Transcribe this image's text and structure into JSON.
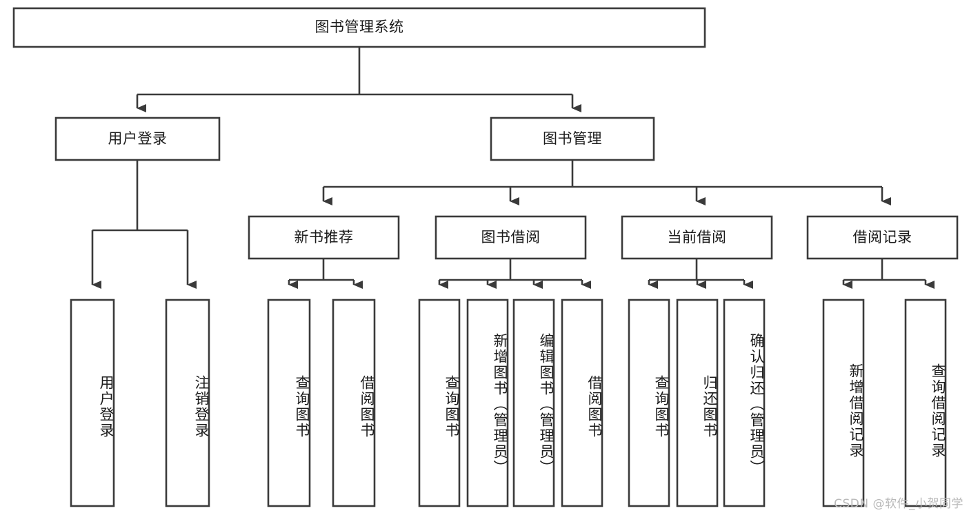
{
  "diagram": {
    "title": "图书管理系统",
    "watermark": "CSDN @软件_小贺同学",
    "colors": {
      "stroke": "#3a3a3a",
      "box_fill": "#ffffff",
      "text": "#1c1c1c",
      "watermark": "#b8b8b8",
      "background": "#ffffff"
    },
    "nodes": {
      "root": {
        "label": "图书管理系统"
      },
      "level1": [
        {
          "id": "user-login",
          "label": "用户登录"
        },
        {
          "id": "book-manage",
          "label": "图书管理"
        }
      ],
      "level2": [
        {
          "id": "new-book-recommend",
          "label": "新书推荐"
        },
        {
          "id": "book-borrow",
          "label": "图书借阅"
        },
        {
          "id": "current-borrow",
          "label": "当前借阅"
        },
        {
          "id": "borrow-record",
          "label": "借阅记录"
        }
      ],
      "leaves": {
        "user_login": [
          {
            "id": "leaf-user-login",
            "label": "用户登录"
          },
          {
            "id": "leaf-logout-login",
            "label": "注销登录"
          }
        ],
        "new_book_recommend": [
          {
            "id": "leaf-query-book-1",
            "label": "查询图书"
          },
          {
            "id": "leaf-borrow-book-1",
            "label": "借阅图书"
          }
        ],
        "book_borrow": [
          {
            "id": "leaf-query-book-2",
            "label": "查询图书"
          },
          {
            "id": "leaf-add-book",
            "label": "新增图书（管理员）"
          },
          {
            "id": "leaf-edit-book",
            "label": "编辑图书（管理员）"
          },
          {
            "id": "leaf-borrow-book-2",
            "label": "借阅图书"
          }
        ],
        "current_borrow": [
          {
            "id": "leaf-query-book-3",
            "label": "查询图书"
          },
          {
            "id": "leaf-return-book",
            "label": "归还图书"
          },
          {
            "id": "leaf-confirm-return",
            "label": "确认归还（管理员）"
          }
        ],
        "borrow_record": [
          {
            "id": "leaf-add-record",
            "label": "新增借阅记录"
          },
          {
            "id": "leaf-query-record",
            "label": "查询借阅记录"
          }
        ]
      }
    }
  }
}
